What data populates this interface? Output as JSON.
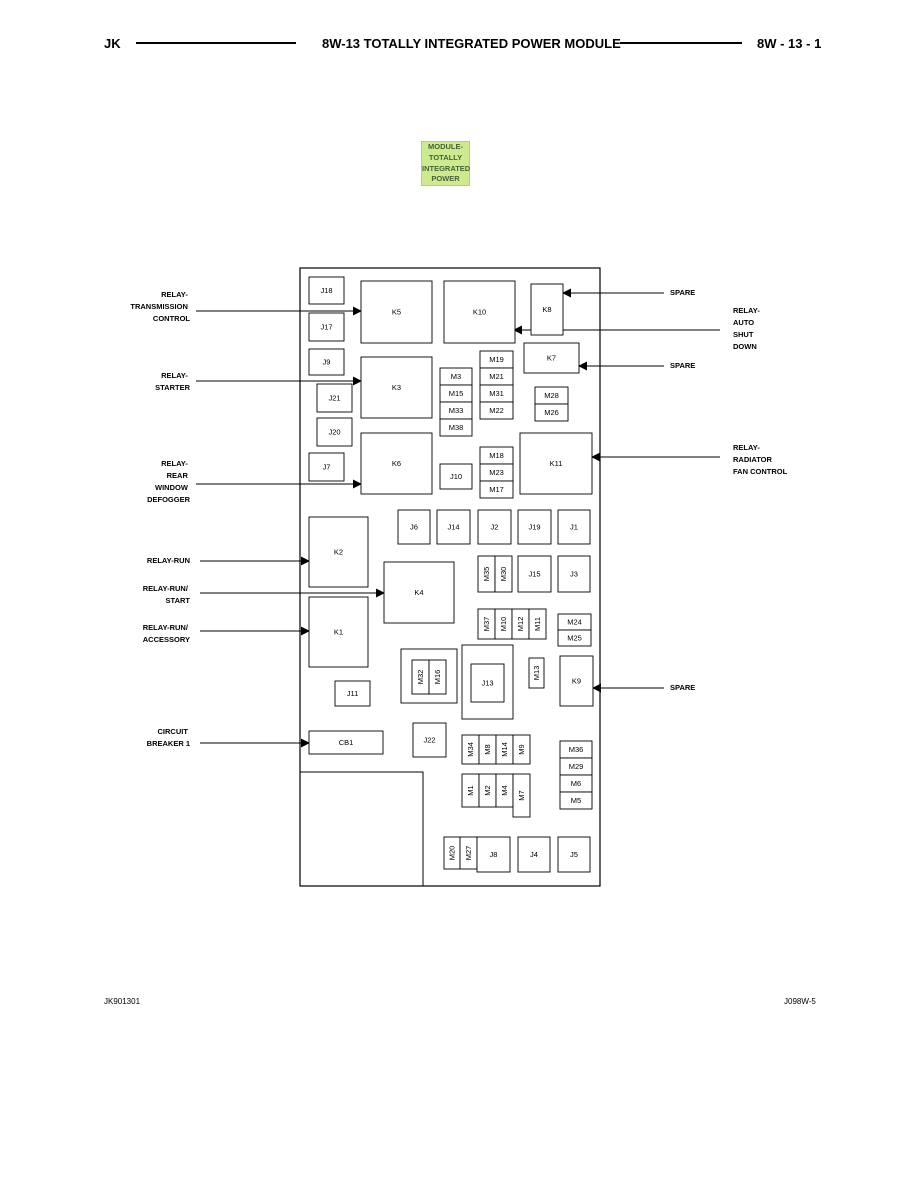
{
  "header": {
    "left": "JK",
    "title": "8W-13 TOTALLY INTEGRATED POWER MODULE",
    "page": "8W - 13 - 1"
  },
  "legend": {
    "lines": [
      "MODULE-",
      "TOTALLY",
      "INTEGRATED",
      "POWER"
    ],
    "color": "#cdea8e"
  },
  "components": {
    "J18": "J18",
    "J17": "J17",
    "J9": "J9",
    "J21": "J21",
    "J20": "J20",
    "J7": "J7",
    "K5": "K5",
    "K10": "K10",
    "K8": "K8",
    "K7": "K7",
    "K3": "K3",
    "K6": "K6",
    "K11": "K11",
    "M3": "M3",
    "M15": "M15",
    "M33": "M33",
    "M38": "M38",
    "M19": "M19",
    "M21": "M21",
    "M31": "M31",
    "M22": "M22",
    "M28": "M28",
    "M26": "M26",
    "J10": "J10",
    "M18": "M18",
    "M23": "M23",
    "M17": "M17",
    "J6": "J6",
    "J14": "J14",
    "J2": "J2",
    "J19": "J19",
    "J1": "J1",
    "K2": "K2",
    "K4": "K4",
    "K1": "K1",
    "M35": "M35",
    "M30": "M30",
    "J15": "J15",
    "J3": "J3",
    "M37": "M37",
    "M10": "M10",
    "M12": "M12",
    "M11": "M11",
    "M24": "M24",
    "M25": "M25",
    "M32": "M32",
    "M16": "M16",
    "J13": "J13",
    "M13": "M13",
    "K9": "K9",
    "J11": "J11",
    "CB1": "CB1",
    "J22": "J22",
    "M34": "M34",
    "M8": "M8",
    "M14": "M14",
    "M9": "M9",
    "M36": "M36",
    "M29": "M29",
    "M6": "M6",
    "M5": "M5",
    "M1": "M1",
    "M2": "M2",
    "M4": "M4",
    "M7": "M7",
    "M20": "M20",
    "M27": "M27",
    "J8": "J8",
    "J4": "J4",
    "J5": "J5"
  },
  "callouts_left": {
    "relay_transmission": [
      "RELAY-",
      "TRANSMISSION",
      "CONTROL"
    ],
    "relay_starter": [
      "RELAY-",
      "STARTER"
    ],
    "relay_defogger": [
      "RELAY-",
      "REAR",
      "WINDOW",
      "DEFOGGER"
    ],
    "relay_run": [
      "RELAY-RUN"
    ],
    "relay_run_start": [
      "RELAY-RUN/",
      "START"
    ],
    "relay_run_accessory": [
      "RELAY-RUN/",
      "ACCESSORY"
    ],
    "circuit_breaker": [
      "CIRCUIT",
      "BREAKER 1"
    ]
  },
  "callouts_right": {
    "spare_k8": [
      "SPARE"
    ],
    "relay_asd": [
      "RELAY-",
      "AUTO",
      "SHUT",
      "DOWN"
    ],
    "spare_k7": [
      "SPARE"
    ],
    "relay_radiator": [
      "RELAY-",
      "RADIATOR",
      "FAN CONTROL"
    ],
    "spare_k9": [
      "SPARE"
    ]
  },
  "footer": {
    "left": "JK901301",
    "right": "J098W-5"
  }
}
